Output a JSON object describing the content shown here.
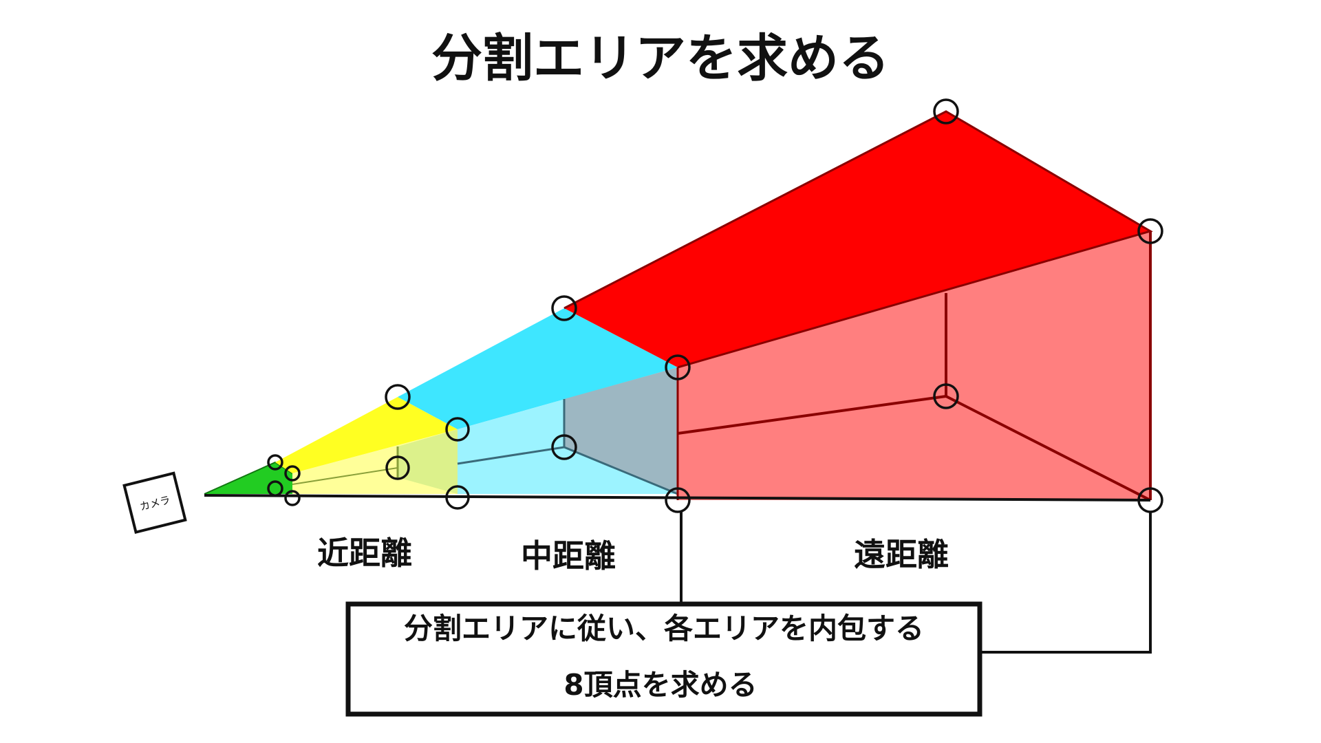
{
  "title": "分割エリアを求める",
  "camera_label": "カメラ",
  "areas": [
    {
      "name": "near",
      "label": "近距離",
      "color": "#ffff22"
    },
    {
      "name": "mid",
      "label": "中距離",
      "color": "#3ee6ff"
    },
    {
      "name": "far",
      "label": "遠距離",
      "color": "#ff0000"
    }
  ],
  "closest_section_color": "#22cc22",
  "callout": {
    "line1": "分割エリアに従い、各エリアを内包する",
    "line2": "8頂点を求める"
  }
}
